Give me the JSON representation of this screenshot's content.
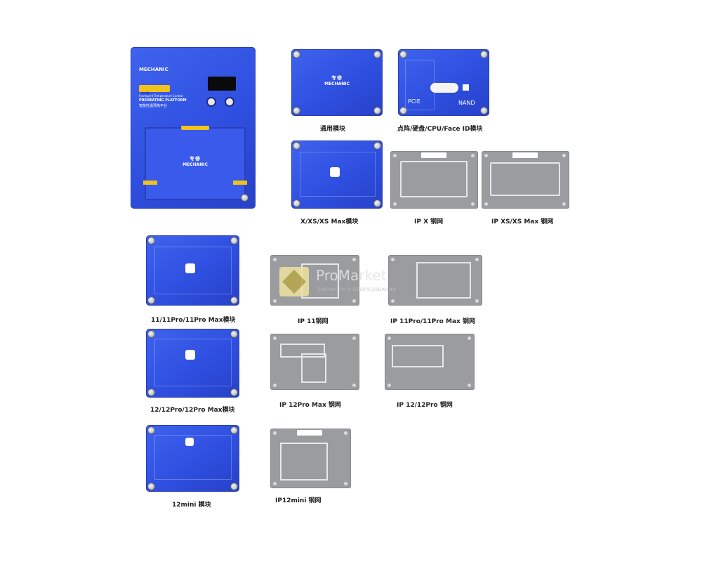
{
  "watermark": {
    "brand": "ProMarket",
    "tagline": "ЗАПЧАСТИ И ОБОРУДОВАНИЯ"
  },
  "platform": {
    "brand": "MECHANIC",
    "logo_cn": "专修",
    "subtitle_en": "Intelligent Temperature Control",
    "subtitle_en2": "PREHEATING PLATFORM",
    "subtitle_cn": "智能控温预热平台",
    "panel_brand": "MECHANIC",
    "panel_cn": "专修"
  },
  "modules": {
    "universal": {
      "caption": "通用模块",
      "brand": "MECHANIC",
      "brand_cn": "专修"
    },
    "faceid": {
      "caption": "点阵/硬盘/CPU/Face ID模块",
      "pcie": "PCIE",
      "nand": "NAND"
    },
    "x": {
      "caption": "X/XS/XS Max模块"
    },
    "ipx_stencil": {
      "caption": "IP X 钢网"
    },
    "ipxs_stencil": {
      "caption": "IP XS/XS Max 钢网"
    },
    "m11": {
      "caption": "11/11Pro/11Pro Max模块"
    },
    "ip11_stencil": {
      "caption": "IP 11钢网"
    },
    "ip11pro_stencil": {
      "caption": "IP 11Pro/11Pro Max 钢网"
    },
    "m12": {
      "caption": "12/12Pro/12Pro Max模块"
    },
    "ip12promax_stencil": {
      "caption": "IP 12Pro Max 钢网"
    },
    "ip12pro_stencil": {
      "caption": "IP 12/12Pro  钢网"
    },
    "m12mini": {
      "caption": "12mini 模块"
    },
    "ip12mini_stencil": {
      "caption": "IP12mini 钢网"
    }
  },
  "colors": {
    "module_blue": "#3355e6",
    "stencil_grey": "#9a9c9f",
    "accent_yellow": "#f2c21a"
  }
}
